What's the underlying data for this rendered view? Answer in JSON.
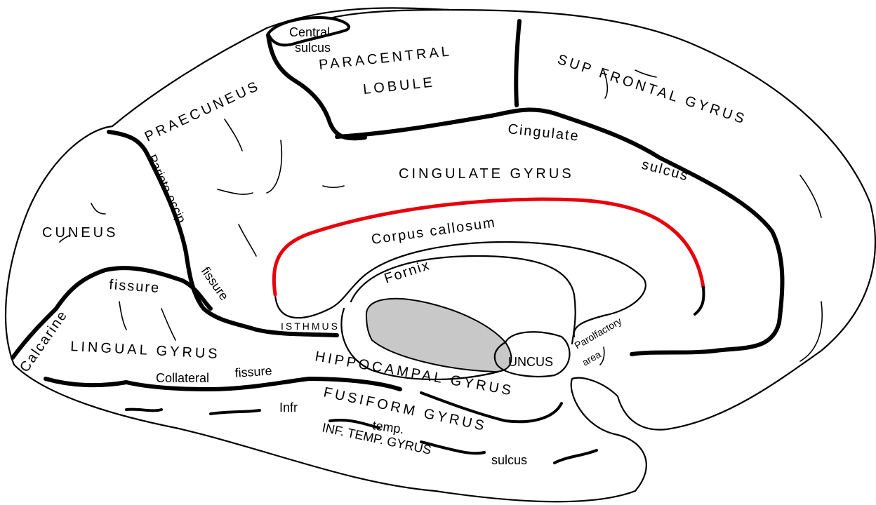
{
  "highlight_color": "#e8000b",
  "ventricle_fill": "#c8c8c8",
  "labels": {
    "central_sulcus_1": "Central",
    "central_sulcus_2": "sulcus",
    "paracentral": "PARACENTRAL",
    "lobule": "LOBULE",
    "sup_frontal_gyrus": "SUP FRONTAL GYRUS",
    "praecuneus": "PRAECUNEUS",
    "cingulate_sulcus_1": "Cingulate",
    "cingulate_sulcus_2": "sulcus",
    "cingulate_gyrus": "CINGULATE GYRUS",
    "parieto_occip": "Parieto-occip.",
    "fissure_po": "fissure",
    "cuneus": "CUNEUS",
    "corpus_callosum": "Corpus callosum",
    "fornix": "Fornix",
    "calcarine": "Calcarine",
    "fissure_calc": "fissure",
    "isthmus": "ISTHMUS",
    "lingual_gyrus": "LINGUAL GYRUS",
    "uncus": "UNCUS",
    "parolfactory_1": "Parolfactory",
    "parolfactory_2": "area",
    "hippocampal_gyrus": "HIPPOCAMPAL GYRUS",
    "collateral": "Collateral",
    "fissure_coll": "fissure",
    "fusiform_gyrus": "FUSIFORM GYRUS",
    "infr": "Infr",
    "temp": "temp.",
    "inf_temp_gyrus": "INF. TEMP. GYRUS",
    "sulcus_inf": "sulcus"
  }
}
